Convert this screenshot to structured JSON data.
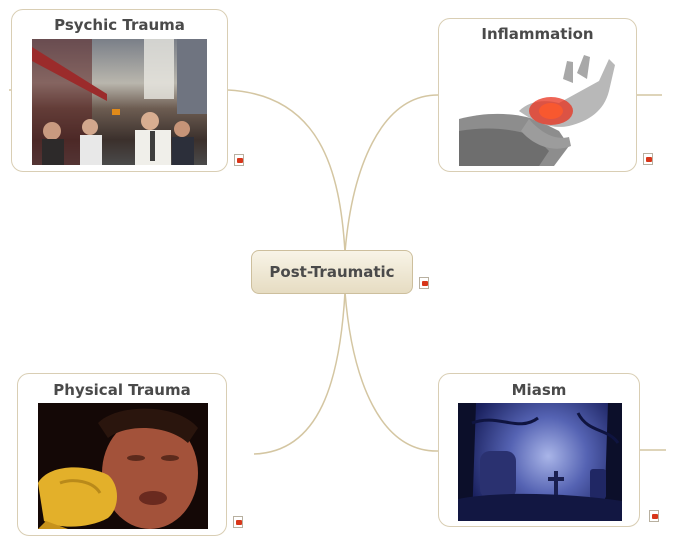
{
  "central_topic": "Post-Traumatic",
  "topics": {
    "psychic": {
      "title": "Psychic Trauma",
      "image": "city-crowd-fleeing-dust-cloud"
    },
    "inflammation": {
      "title": "Inflammation",
      "image": "red-inflamed-wrist"
    },
    "physical": {
      "title": "Physical Trauma",
      "image": "boxer-taking-punch"
    },
    "miasm": {
      "title": "Miasm",
      "image": "foggy-graveyard"
    }
  },
  "icons": {
    "note": "note-icon"
  },
  "colors": {
    "connector": "#d4c6a2",
    "card_border": "#d9ceb4",
    "central_fill": "#eee6d2"
  }
}
